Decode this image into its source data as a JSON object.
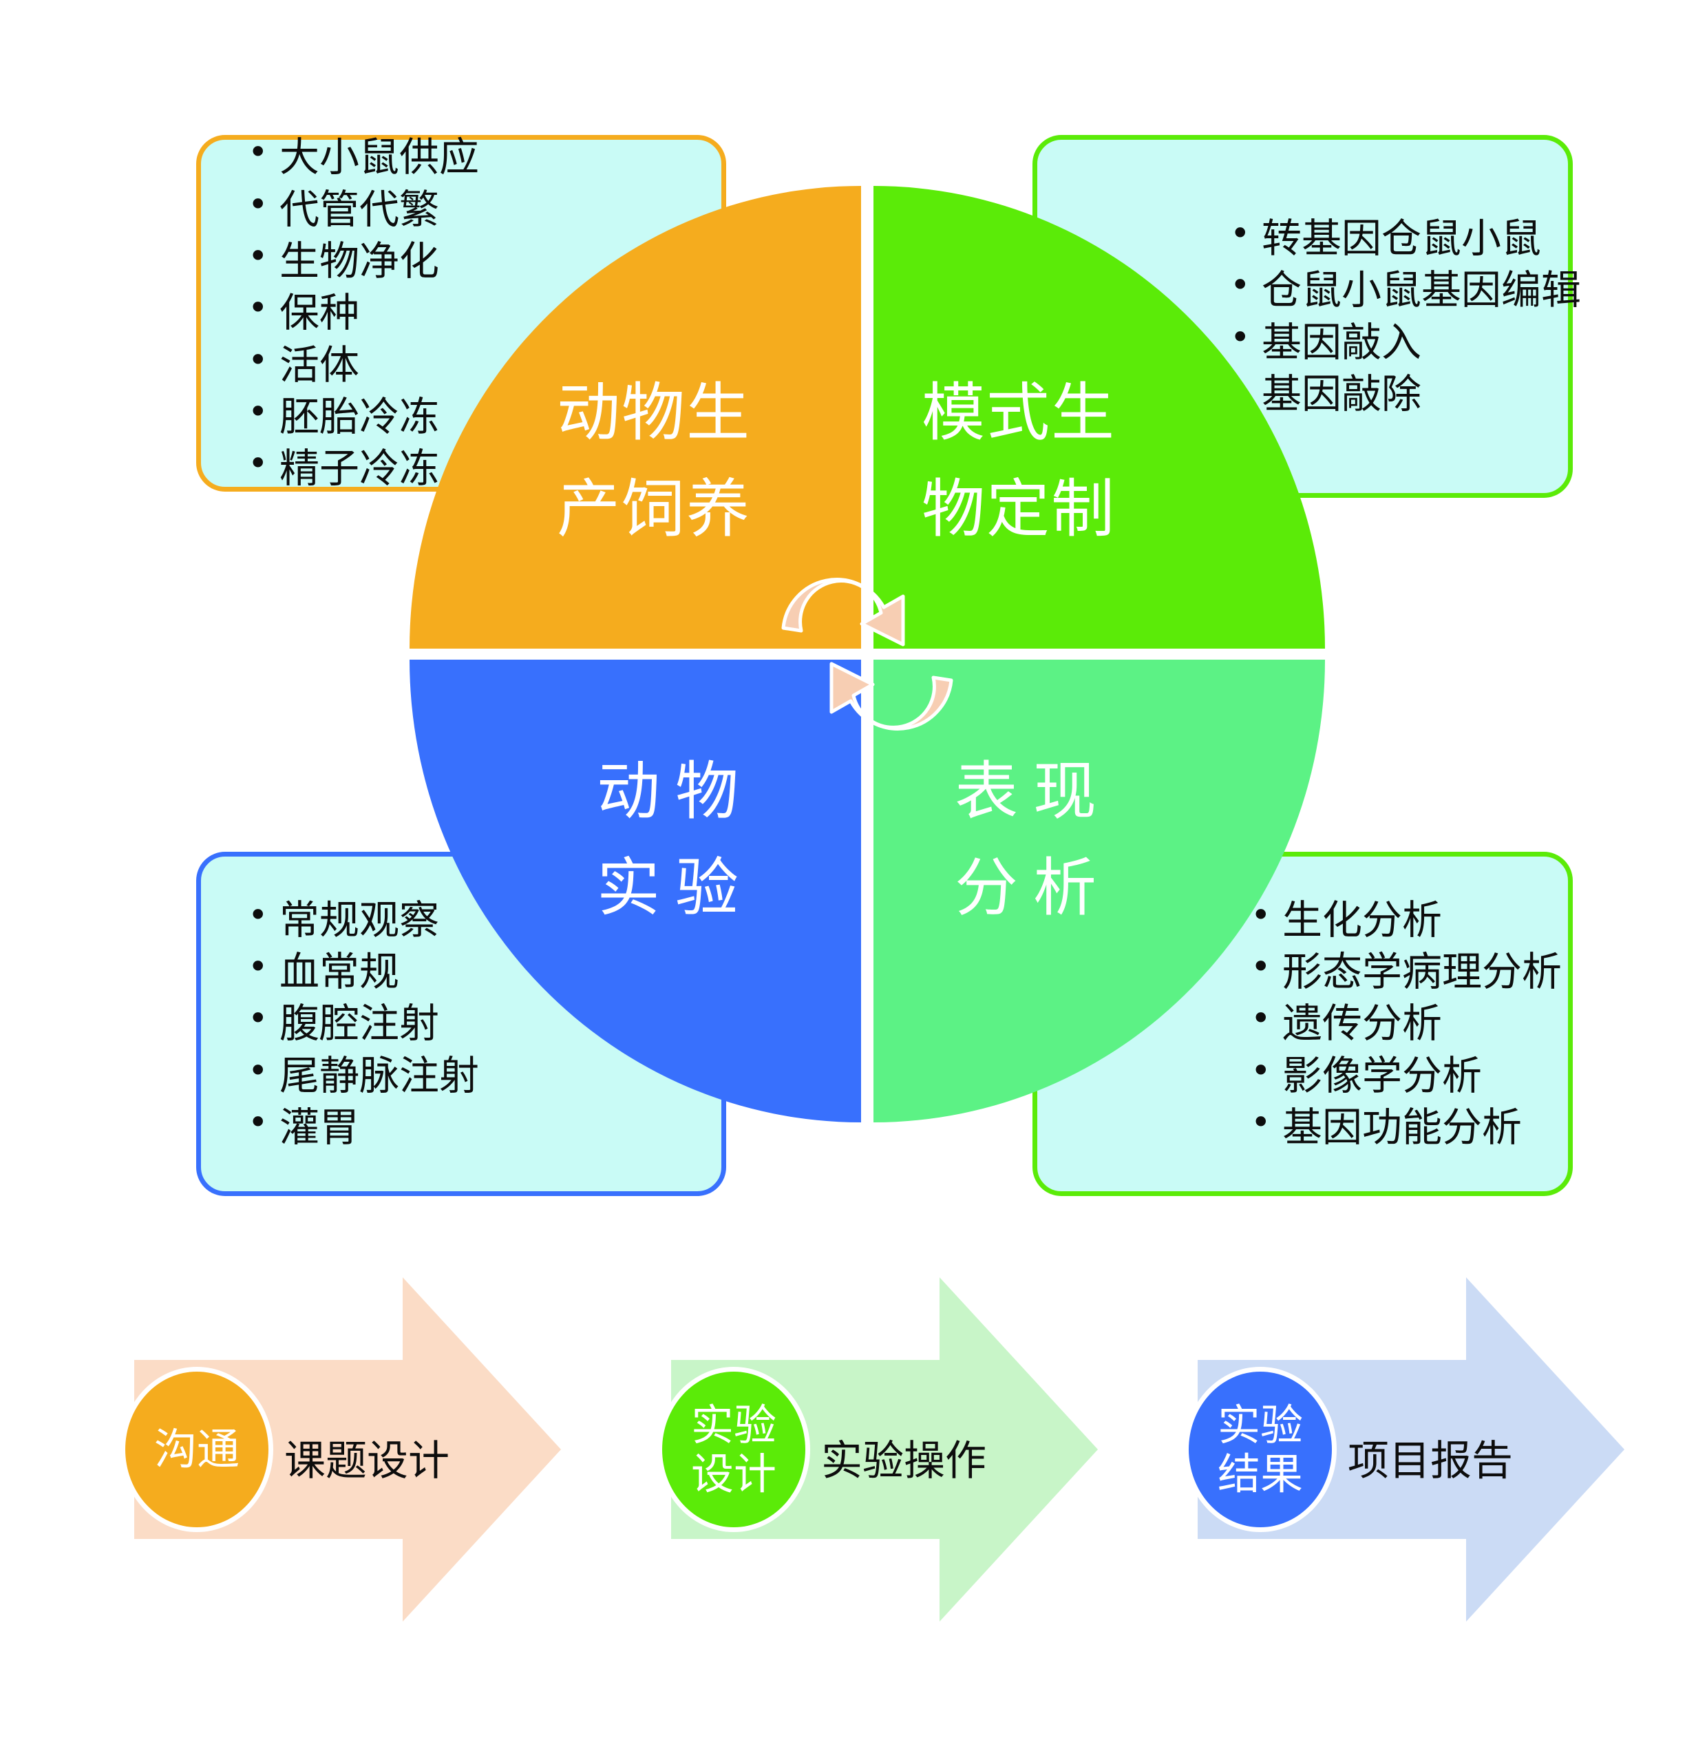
{
  "colors": {
    "orange": "#F5AC1E",
    "green": "#5BEB08",
    "blue": "#3870FD",
    "light_green": "#5CF285",
    "box_fill": "#C9FBF6",
    "arrow_peach": "#FBDCC6",
    "arrow_light_green": "#C8F5C8",
    "arrow_light_blue": "#CBDBF5",
    "rot_arrow": "#F7CEB3"
  },
  "quadrants": {
    "top_left": {
      "label_line1": "动物生",
      "label_line2": "产饲养",
      "color": "#F5AC1E"
    },
    "top_right": {
      "label_line1": "模式生",
      "label_line2": "物定制",
      "color": "#5BEB08"
    },
    "bottom_left": {
      "label_line1": "动物",
      "label_line2": "实验",
      "color": "#3870FD"
    },
    "bottom_right": {
      "label_line1": "表现",
      "label_line2": "分析",
      "color": "#5CF285"
    }
  },
  "boxes": {
    "top_left": {
      "border_color": "#F5AC1E",
      "items": [
        "大小鼠供应",
        "代管代繁",
        "生物净化",
        "保种",
        "活体",
        "胚胎冷冻",
        "精子冷冻"
      ]
    },
    "top_right": {
      "border_color": "#5BEB08",
      "items": [
        "转基因仓鼠小鼠",
        "仓鼠小鼠基因编辑",
        "基因敲入",
        "基因敲除"
      ]
    },
    "bottom_left": {
      "border_color": "#3870FD",
      "items": [
        "常规观察",
        "血常规",
        "腹腔注射",
        "尾静脉注射",
        "灌胃"
      ]
    },
    "bottom_right": {
      "border_color": "#5BEB08",
      "items": [
        "生化分析",
        "形态学病理分析",
        "遗传分析",
        "影像学分析",
        "基因功能分析"
      ]
    }
  },
  "process": [
    {
      "circle_line1": "沟通",
      "circle_line2": "",
      "circle_color": "#F5AC1E",
      "arrow_color": "#FBDCC6",
      "arrow_label": "课题设计"
    },
    {
      "circle_line1": "实验",
      "circle_line2": "设计",
      "circle_color": "#5BEB08",
      "arrow_color": "#C8F5C8",
      "arrow_label": "实验操作"
    },
    {
      "circle_line1": "实验",
      "circle_line2": "结果",
      "circle_color": "#3870FD",
      "arrow_color": "#CBDBF5",
      "arrow_label": "项目报告"
    }
  ]
}
